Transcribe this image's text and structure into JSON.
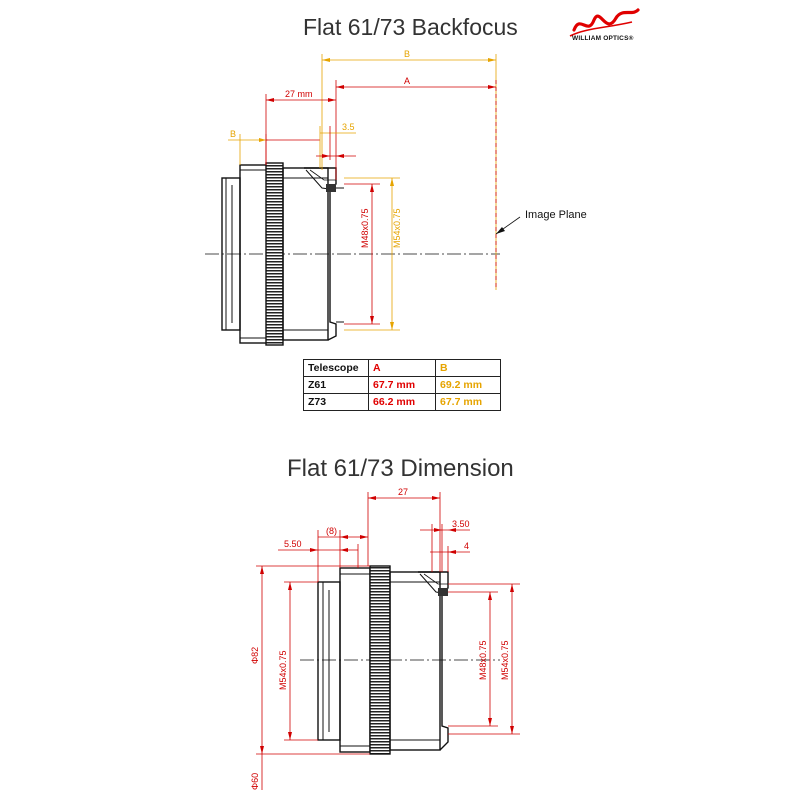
{
  "titles": {
    "backfocus": "Flat 61/73 Backfocus",
    "dimension": "Flat 61/73 Dimension"
  },
  "logo": {
    "text": "WILLIAM OPTICS",
    "registered": "®",
    "color": "#e00000"
  },
  "backfocus": {
    "dims": {
      "B_top": "B",
      "A": "A",
      "len27": "27 mm",
      "b_small": "B",
      "d35": "3.5",
      "m48": "M48x0.75",
      "m54": "M54x0.75"
    },
    "image_plane": "Image Plane",
    "table": {
      "header": [
        "Telescope",
        "A",
        "B"
      ],
      "rows": [
        [
          "Z61",
          "67.7 mm",
          "69.2 mm"
        ],
        [
          "Z73",
          "66.2 mm",
          "67.7 mm"
        ]
      ]
    }
  },
  "dimension": {
    "d27": "27",
    "d8": "(8)",
    "d550": "5.50",
    "d350": "3.50",
    "d4": "4",
    "phi82": "Φ82",
    "m54_left": "M54x0.75",
    "m48": "M48x0.75",
    "m54_right": "M54x0.75",
    "phi60": "Φ60"
  },
  "colors": {
    "dim_red": "#d00000",
    "dim_orange": "#e6a400",
    "line": "#111111"
  }
}
